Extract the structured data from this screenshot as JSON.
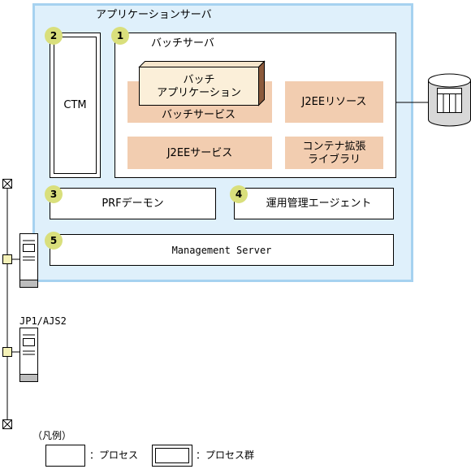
{
  "app_server": {
    "title": "アプリケーションサーバ"
  },
  "batch_server": {
    "title": "バッチサーバ",
    "badge": "1"
  },
  "batch_application": {
    "line1": "バッチ",
    "line2": "アプリケーション"
  },
  "batch_service": {
    "label": "バッチサービス"
  },
  "j2ee_resource": {
    "label": "J2EEリソース"
  },
  "j2ee_service": {
    "label": "J2EEサービス"
  },
  "container_ext": {
    "line1": "コンテナ拡張",
    "line2": "ライブラリ"
  },
  "ctm": {
    "label": "CTM",
    "badge": "2"
  },
  "prf": {
    "label": "PRFデーモン",
    "badge": "3"
  },
  "mgmt_agent": {
    "label": "運用管理エージェント",
    "badge": "4"
  },
  "mgmt_server": {
    "label": "Management Server",
    "badge": "5"
  },
  "jp1": {
    "label": "JP1/AJS2"
  },
  "legend": {
    "title": "（凡例）",
    "process": "：プロセス",
    "process_group": "：プロセス群"
  },
  "colors": {
    "server_border": "#a6d2f0",
    "server_fill": "#dff0fb",
    "component_fill": "#f2cdb0",
    "badge_fill": "#d9df7c",
    "connector_fill": "#f5f2b8"
  }
}
